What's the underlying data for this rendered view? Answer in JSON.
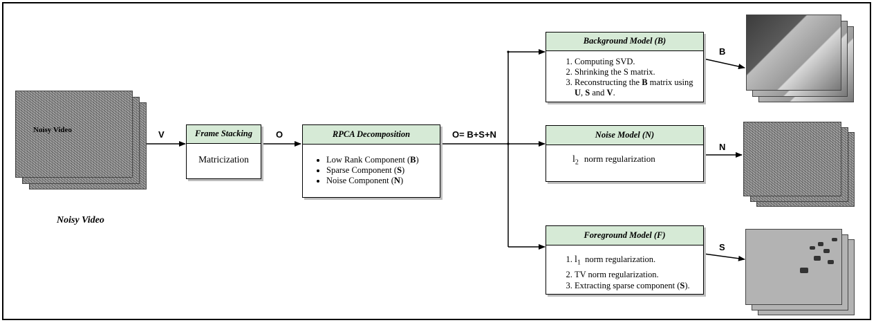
{
  "input": {
    "overlay_label": "Noisy Video",
    "caption": "Noisy Video"
  },
  "edges": {
    "v": "V",
    "o": "O",
    "equation": "O= B+S+N",
    "b": "B",
    "n": "N",
    "s": "S"
  },
  "frame_stacking": {
    "title": "Frame Stacking",
    "body": "Matricization"
  },
  "rpca": {
    "title": "RPCA Decomposition",
    "items": [
      {
        "text": "Low Rank Component (",
        "bold": "B",
        "tail": ")"
      },
      {
        "text": "Sparse Component (",
        "bold": "S",
        "tail": ")"
      },
      {
        "text": "Noise Component (",
        "bold": "N",
        "tail": ")"
      }
    ]
  },
  "background_model": {
    "title": "Background Model (B)",
    "items": {
      "i1": "Computing SVD.",
      "i2": "Shrinking the S matrix.",
      "i3_a": "Reconstructing the ",
      "i3_b": "B",
      "i3_c": " matrix using",
      "i3_d": "U",
      "i3_e": ", ",
      "i3_f": "S",
      "i3_g": " and ",
      "i3_h": "V",
      "i3_i": "."
    }
  },
  "noise_model": {
    "title": "Noise  Model (N)",
    "l": "l",
    "sub": "2",
    "text": "norm regularization"
  },
  "foreground_model": {
    "title": "Foreground Model (F)",
    "items": {
      "i1_l": "l",
      "i1_sub": "1",
      "i1_text": "norm regularization.",
      "i2": "TV norm regularization.",
      "i3_a": "Extracting sparse component (",
      "i3_b": "S",
      "i3_c": ")."
    }
  },
  "colors": {
    "header_fill": "#d6ead6",
    "border": "#000000",
    "shadow": "#bdbdbd"
  }
}
